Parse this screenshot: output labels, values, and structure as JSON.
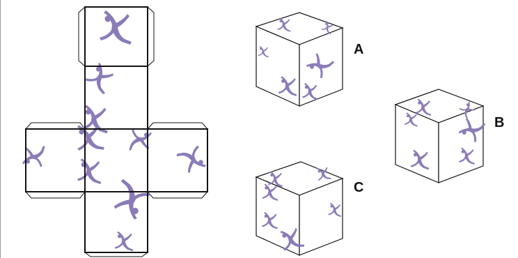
{
  "figure_color": "#8b7bb8",
  "line_color": "#111111",
  "options": [
    {
      "id": "A",
      "label": "A"
    },
    {
      "id": "B",
      "label": "B"
    },
    {
      "id": "C",
      "label": "C"
    }
  ]
}
